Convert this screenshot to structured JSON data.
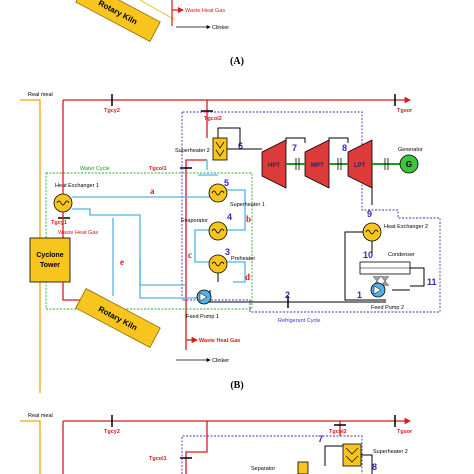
{
  "top_fragment": {
    "kiln_label": "Rotary Kiln",
    "waste_heat_gas": "Waste Heat Gas",
    "clinker": "Clinker",
    "panel_label": "(A)"
  },
  "panel_b": {
    "panel_label": "(B)",
    "real_meal": "Real meal",
    "tgcy2": "Tgcy2",
    "tgsor": "Tgsor",
    "tgcol2": "Tgcol2",
    "tgcol1": "Tgcol1",
    "tgcy1": "Tgcy1",
    "superheater_2": "Superheater 2",
    "superheater_1": "Superheater 1",
    "evaporator": "Evaporator",
    "preheater": "Preheater",
    "heat_exchanger_1": "Heat Exchanger 1",
    "heat_exchanger_2": "Heat Exchanger 2",
    "waste_heat_gas_1": "Waste Heat Gas",
    "waste_heat_gas_2": "Waste Heat Gas",
    "water_cycle": "Water Cycle",
    "refrigerant_cycle": "Refrigerant Cycle",
    "cyclone_tower": [
      "Cyclone",
      "Tower"
    ],
    "rotary_kiln": "Rotary Kiln",
    "clinker": "Clinker",
    "feed_pump_1": "Feed Pump 1",
    "feed_pump_2": "Feed Pump 2",
    "generator": "Generator",
    "generator_symbol": "G",
    "condenser": "Condenser",
    "turbines": [
      "HPT",
      "MPT",
      "LPT"
    ],
    "state_numbers": [
      "1",
      "2",
      "3",
      "4",
      "5",
      "6",
      "7",
      "8",
      "9",
      "10",
      "11"
    ],
    "stream_letters": [
      "a",
      "b",
      "c",
      "d",
      "e"
    ]
  },
  "bottom_fragment": {
    "real_meal": "Real meal",
    "tgcy2": "Tgcy2",
    "tgsor": "Tgsor",
    "tgcol2": "Tgcol2",
    "tgcol1": "Tgcol1",
    "superheater_2": "Superheater 2",
    "separator": "Separator",
    "num_7": "7",
    "num_8": "8"
  },
  "colors": {
    "gas": "#d81b1b",
    "meal": "#f5a300",
    "water": "#4fb3e8",
    "refrigerant": "#000000",
    "water_cycle_box": "#2ea82e",
    "refrigerant_cycle_box": "#5a28b8",
    "kiln_fill": "#f7c51e",
    "hx_fill": "#f7c51e",
    "turbine_fill": "#dd3a3a",
    "generator_fill": "#3cc43c",
    "state_number": "#3a24b8"
  }
}
